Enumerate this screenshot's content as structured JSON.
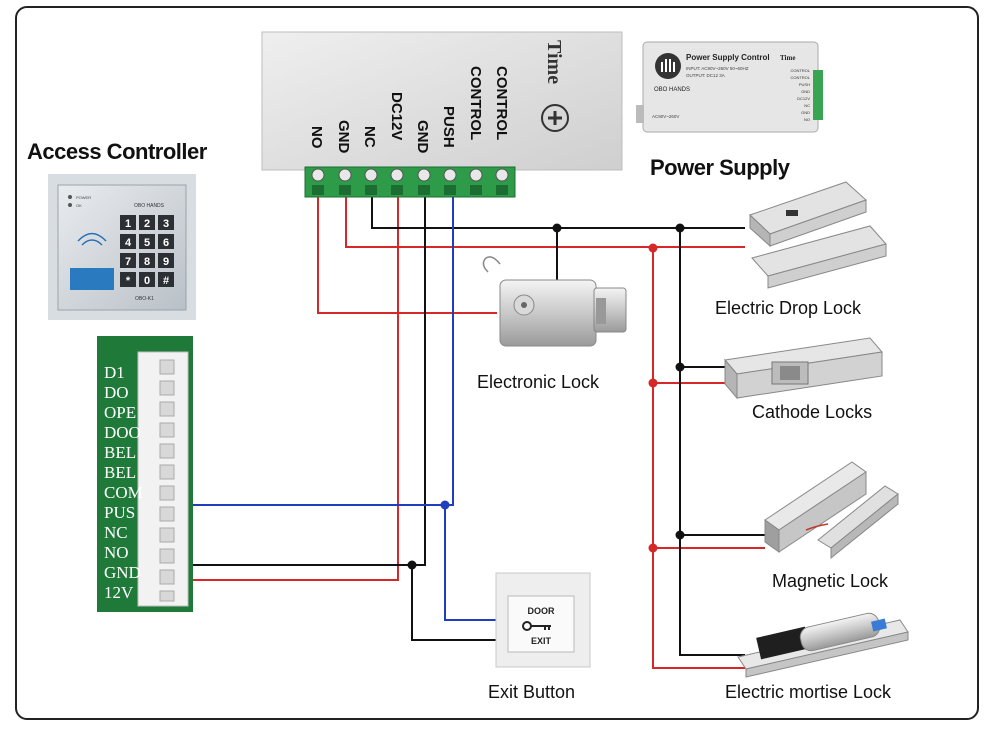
{
  "labels": {
    "access_controller": "Access Controller",
    "power_supply": "Power Supply",
    "electric_drop_lock": "Electric Drop Lock",
    "electronic_lock": "Electronic Lock",
    "cathode_locks": "Cathode Locks",
    "magnetic_lock": "Magnetic Lock",
    "exit_button": "Exit Button",
    "electric_mortise_lock": "Electric mortise Lock"
  },
  "power_supply_box": {
    "brand": "Time",
    "terminals": [
      "NO",
      "GND",
      "NC",
      "DC12V",
      "GND",
      "PUSH",
      "CONTROL",
      "CONTROL"
    ]
  },
  "power_supply_photo": {
    "title": "Power Supply Control",
    "brand": "Time",
    "input": "INPUT: AC90V~260V 50~60HZ",
    "output": "OUTPUT: DC12 3A",
    "logo": "OBO HANDS",
    "ac": "AC90V~260V",
    "terminals": [
      "CONTROL",
      "CONTROL",
      "PUSH",
      "GND",
      "DC12V",
      "NC",
      "GND",
      "NO"
    ]
  },
  "keypad": {
    "power": "POWER",
    "ok": "OK",
    "logo": "OBO HANDS",
    "keys": [
      "1",
      "2",
      "3",
      "4",
      "5",
      "6",
      "7",
      "8",
      "9",
      "*",
      "0",
      "#"
    ],
    "model": "OBO-K1"
  },
  "board_pins": [
    "D1",
    "DO",
    "OPE",
    "DOO",
    "BEL",
    "BEL",
    "COM",
    "PUS",
    "NC",
    "NO",
    "GND",
    "12V"
  ],
  "exit_button": {
    "top": "DOOR",
    "bottom": "EXIT"
  },
  "colors": {
    "red": "#d62828",
    "black": "#111111",
    "blue": "#1f3fbf",
    "board": "#1f7a3a",
    "terminal": "#2e9b49"
  }
}
